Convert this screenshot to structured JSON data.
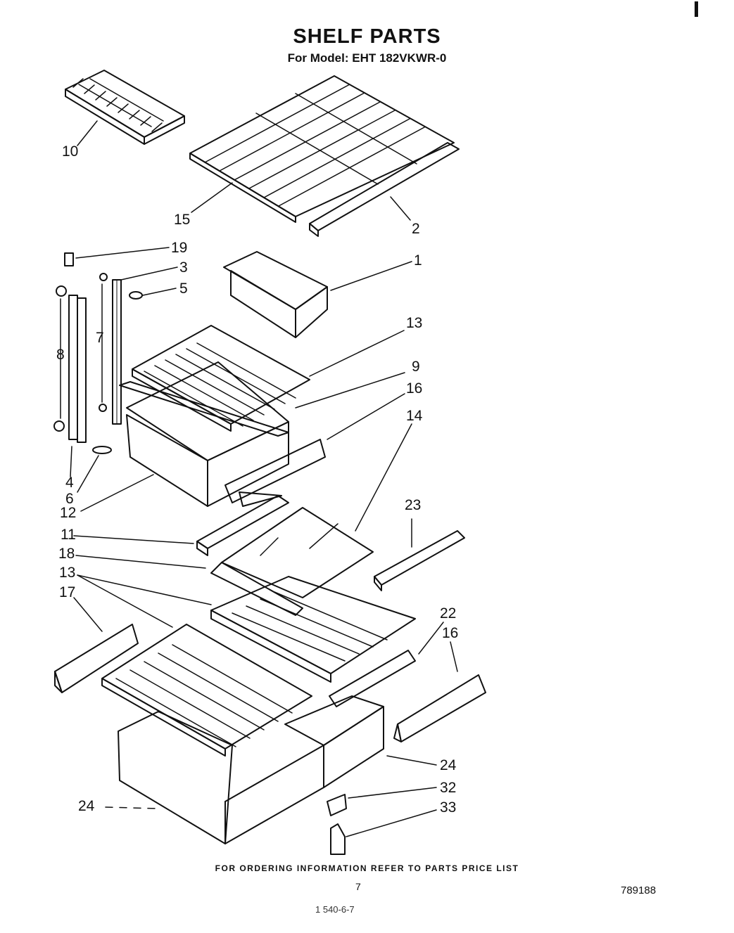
{
  "header": {
    "title": "SHELF PARTS",
    "model": "For Model: EHT 182VKWR-0"
  },
  "footer": {
    "ordering_info": "FOR ORDERING INFORMATION REFER TO PARTS PRICE LIST",
    "page_number": "7",
    "document_number": "789188",
    "handwritten_mark": "1 540-6-7"
  },
  "callouts": {
    "c10": "10",
    "c15": "15",
    "c2": "2",
    "c19": "19",
    "c3": "3",
    "c5": "5",
    "c1": "1",
    "c7": "7",
    "c8": "8",
    "c13a": "13",
    "c9": "9",
    "c16a": "16",
    "c14": "14",
    "c4": "4",
    "c6": "6",
    "c12": "12",
    "c23": "23",
    "c11": "11",
    "c18": "18",
    "c13b": "13",
    "c17": "17",
    "c22": "22",
    "c16b": "16",
    "c24a": "24",
    "c32": "32",
    "c24b": "24",
    "c33": "33"
  }
}
